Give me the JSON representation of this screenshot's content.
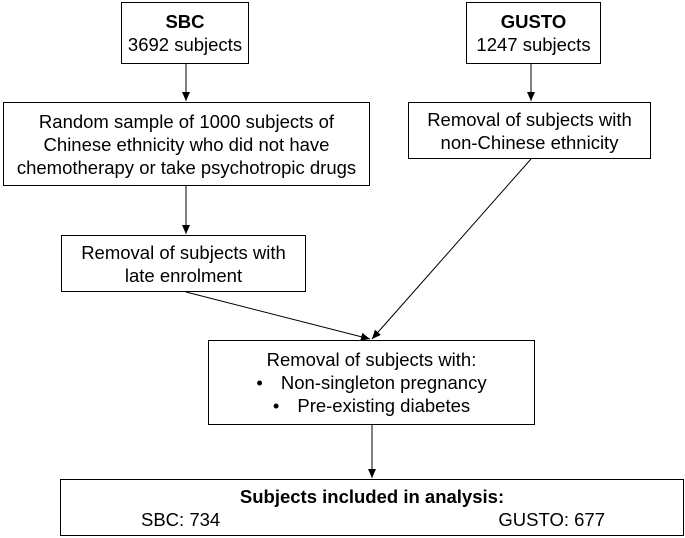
{
  "boxes": {
    "sbc": {
      "title": "SBC",
      "count": "3692 subjects"
    },
    "gusto": {
      "title": "GUSTO",
      "count": "1247 subjects"
    },
    "random_sample": {
      "lines": [
        "Random sample of 1000 subjects of",
        "Chinese ethnicity who did not have",
        "chemotherapy or take psychotropic drugs"
      ]
    },
    "non_chinese": {
      "lines": [
        "Removal of subjects with",
        "non-Chinese ethnicity"
      ]
    },
    "late_enrolment": {
      "lines": [
        "Removal of subjects with",
        "late enrolment"
      ]
    },
    "removal": {
      "heading": "Removal of subjects with:",
      "bullets": [
        "Non-singleton pregnancy",
        "Pre-existing diabetes"
      ]
    },
    "final": {
      "title": "Subjects included in analysis:",
      "sbc": "SBC: 734",
      "gusto": "GUSTO: 677"
    }
  }
}
